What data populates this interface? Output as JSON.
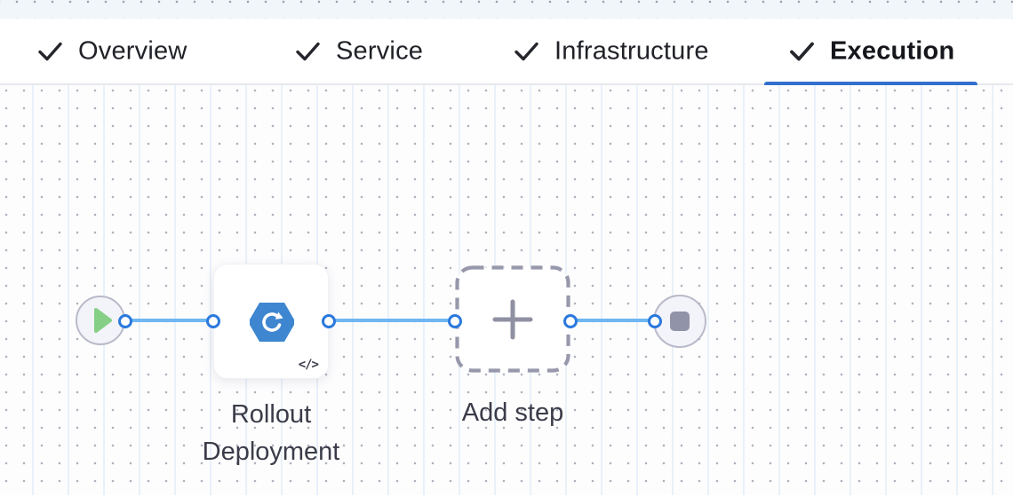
{
  "header": {
    "tabs": [
      {
        "label": "Overview",
        "checked": true,
        "active": false
      },
      {
        "label": "Service",
        "checked": true,
        "active": false
      },
      {
        "label": "Infrastructure",
        "checked": true,
        "active": false
      },
      {
        "label": "Execution",
        "checked": true,
        "active": true
      }
    ],
    "active_tab": "Execution",
    "active_underline_color": "#3370cd",
    "check_color": "#24262c"
  },
  "pipeline": {
    "start_node": {
      "icon": "play-icon",
      "icon_color": "#85d086"
    },
    "step": {
      "label": "Rollout Deployment",
      "icon": "k8s-rollout-icon",
      "icon_color": "#3e86d0",
      "badge": "</>"
    },
    "add_step": {
      "label": "Add step",
      "icon": "plus-icon",
      "border_color": "#9798ab"
    },
    "end_node": {
      "icon": "stop-icon",
      "icon_color": "#9193a8"
    },
    "connector_color": "#6fb6f2",
    "port_ring_color": "#2b79dd"
  }
}
